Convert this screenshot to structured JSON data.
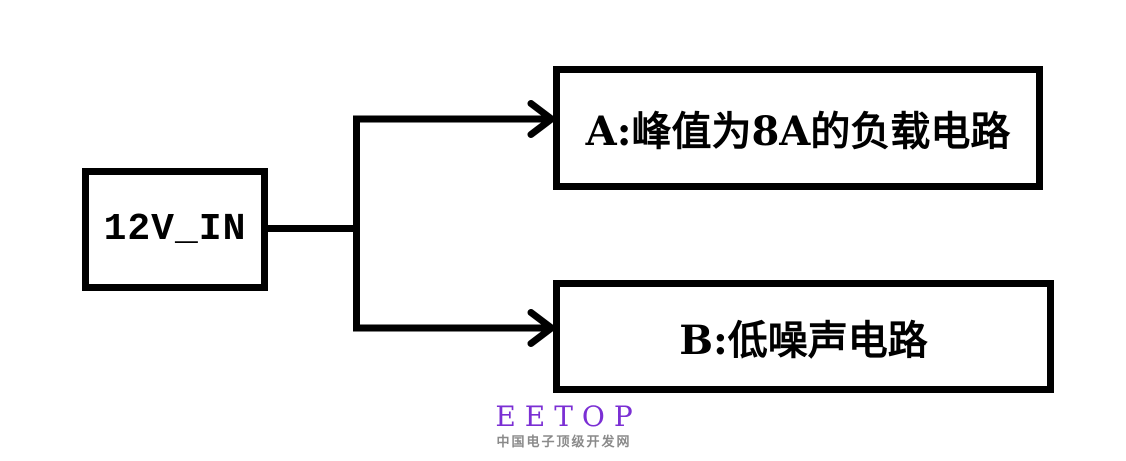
{
  "diagram": {
    "type": "block-diagram",
    "background_color": "#ffffff",
    "line_color": "#000000",
    "nodes": {
      "input": {
        "label": "12V_IN"
      },
      "branch_a": {
        "label": "A:峰值为8A的负载电路"
      },
      "branch_b": {
        "label": "B:低噪声电路"
      }
    },
    "connections": [
      {
        "from": "input",
        "to": "branch_a",
        "arrow": "true"
      },
      {
        "from": "input",
        "to": "branch_b",
        "arrow": "true"
      }
    ]
  },
  "watermark": {
    "title": "EETOP",
    "subtitle": "中国电子顶级开发网",
    "title_color": "#7B2FD4",
    "subtitle_color": "#8a8a8a"
  }
}
